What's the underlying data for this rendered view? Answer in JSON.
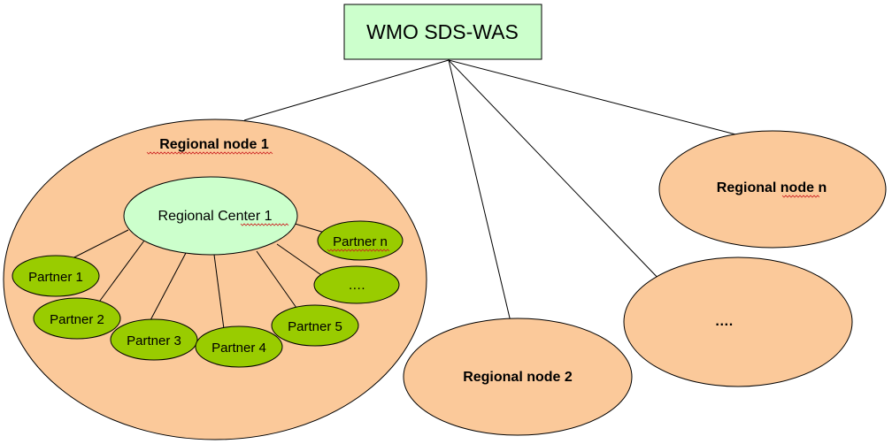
{
  "diagram": {
    "root": {
      "label": "WMO SDS-WAS"
    },
    "regional_nodes": [
      {
        "label": "Regional node 1"
      },
      {
        "label": "Regional node 2"
      },
      {
        "label": "…."
      },
      {
        "label": "Regional node n"
      }
    ],
    "regional_center": {
      "label": "Regional Center 1"
    },
    "partners": [
      {
        "label": "Partner 1"
      },
      {
        "label": "Partner 2"
      },
      {
        "label": "Partner 3"
      },
      {
        "label": "Partner 4"
      },
      {
        "label": "Partner 5"
      },
      {
        "label": "…."
      },
      {
        "label": "Partner n"
      }
    ],
    "colors": {
      "root_fill": "#ccffcc",
      "node_fill": "#fbc99a",
      "center_fill": "#ccffcc",
      "partner_fill": "#99cc00",
      "line": "#000000"
    }
  }
}
